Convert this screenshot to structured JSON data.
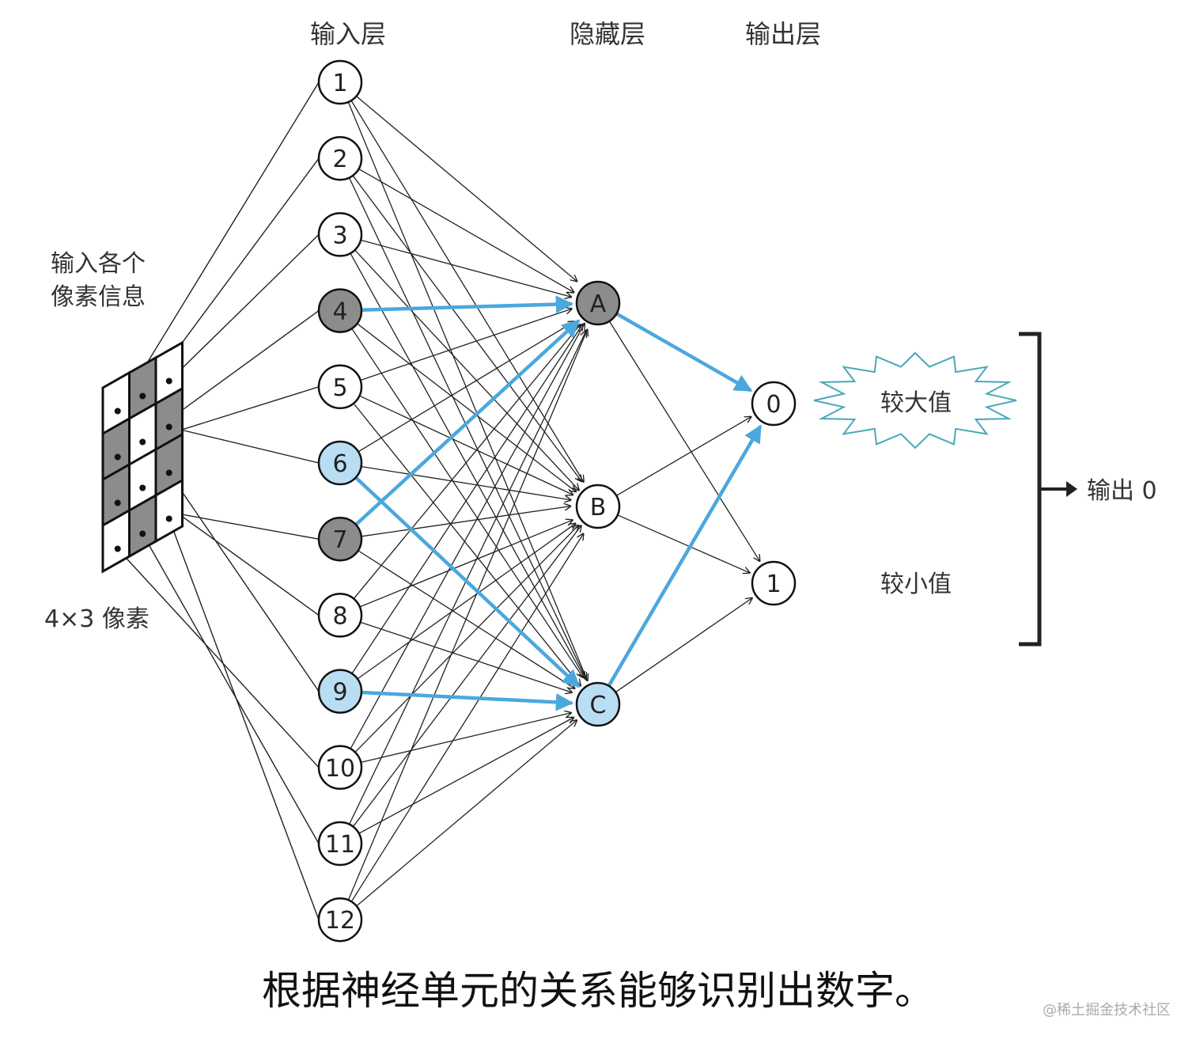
{
  "layers": {
    "input": "输入层",
    "hidden": "隐藏层",
    "output": "输出层"
  },
  "pixel_info_label": [
    "输入各个",
    "像素信息"
  ],
  "grid_label": "4×3 像素",
  "pixel_grid": [
    [
      0,
      1,
      0
    ],
    [
      1,
      0,
      1
    ],
    [
      1,
      0,
      1
    ],
    [
      0,
      1,
      0
    ]
  ],
  "input_nodes": [
    {
      "label": "1",
      "state": "normal"
    },
    {
      "label": "2",
      "state": "normal"
    },
    {
      "label": "3",
      "state": "normal"
    },
    {
      "label": "4",
      "state": "gray"
    },
    {
      "label": "5",
      "state": "normal"
    },
    {
      "label": "6",
      "state": "blue"
    },
    {
      "label": "7",
      "state": "gray"
    },
    {
      "label": "8",
      "state": "normal"
    },
    {
      "label": "9",
      "state": "blue"
    },
    {
      "label": "10",
      "state": "normal"
    },
    {
      "label": "11",
      "state": "normal"
    },
    {
      "label": "12",
      "state": "normal"
    }
  ],
  "hidden_nodes": [
    {
      "label": "A",
      "state": "gray"
    },
    {
      "label": "B",
      "state": "normal"
    },
    {
      "label": "C",
      "state": "blue"
    }
  ],
  "output_nodes": [
    {
      "label": "0"
    },
    {
      "label": "1"
    }
  ],
  "highlighted_connections": [
    [
      "4",
      "A"
    ],
    [
      "7",
      "A"
    ],
    [
      "6",
      "C"
    ],
    [
      "9",
      "C"
    ],
    [
      "A",
      "0"
    ],
    [
      "C",
      "0"
    ]
  ],
  "output_annotations": {
    "high": "较大值",
    "low": "较小值"
  },
  "result_label": "输出 0",
  "caption": "根据神经单元的关系能够识别出数字。",
  "watermark": "@稀土掘金技术社区",
  "colors": {
    "highlight": "#4aa8dc",
    "gray_node": "#8c8c8c",
    "blue_node": "#b9def4",
    "burst": "#4aa8b8",
    "line": "#222222"
  }
}
